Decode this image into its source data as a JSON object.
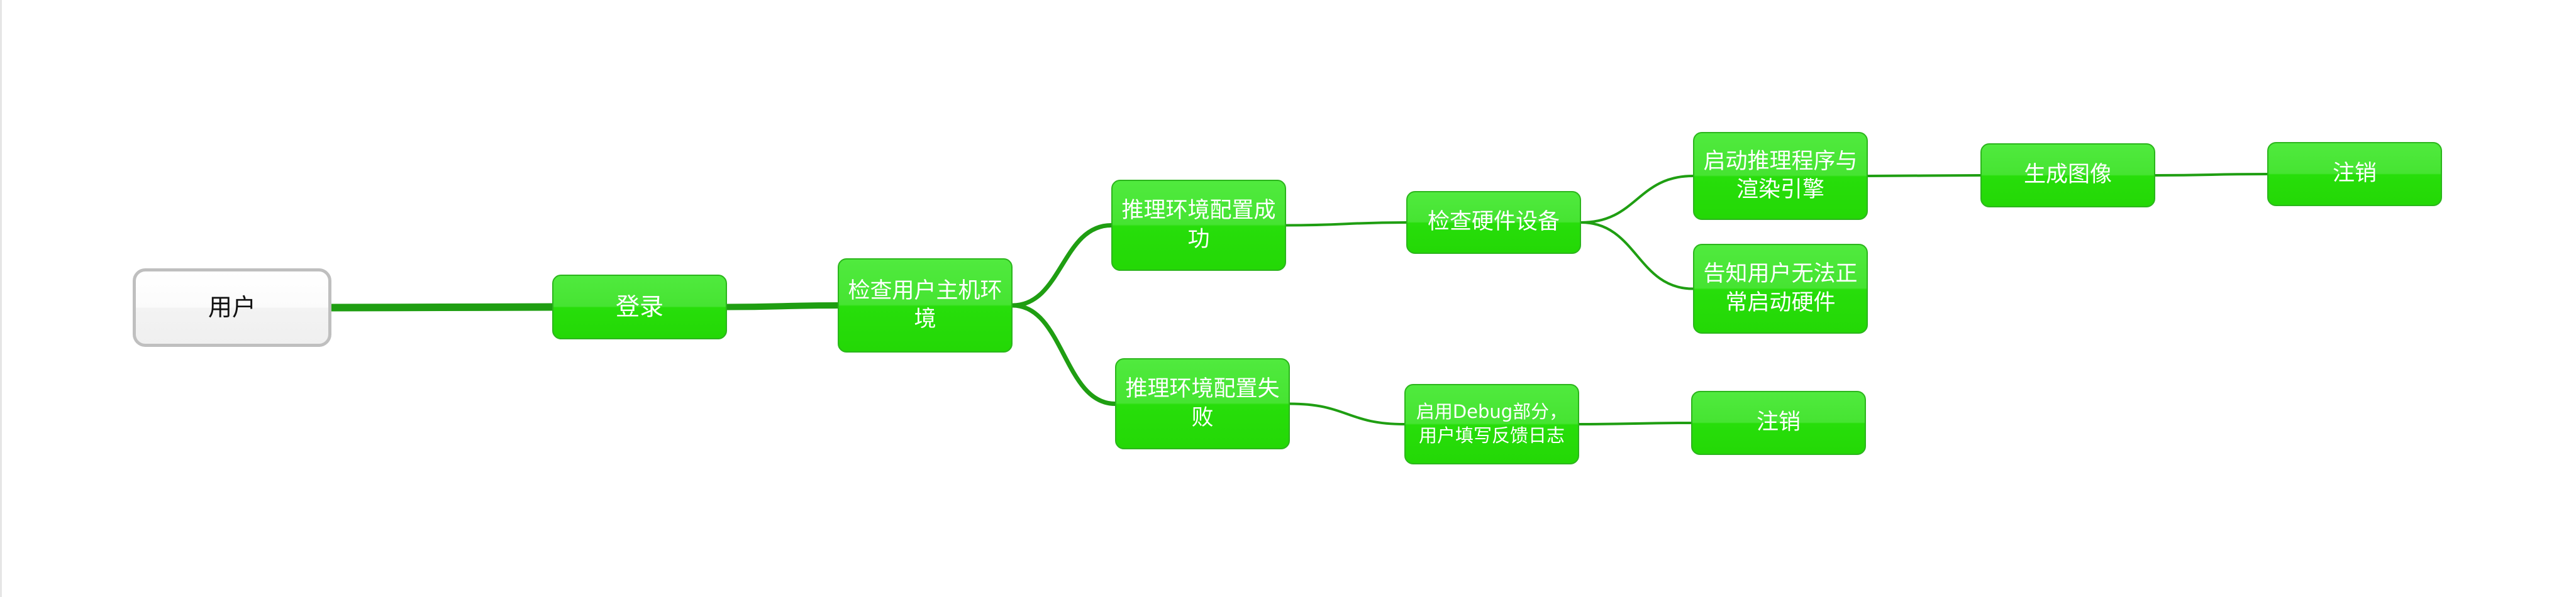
{
  "diagram": {
    "colors": {
      "node_fill": "#28de0a",
      "node_border": "#2bb51c",
      "edge": "#1f9e12",
      "root_border": "#bfbfbf",
      "root_text": "#111111"
    },
    "nodes": {
      "user": "用户",
      "login": "登录",
      "check_env": "检查用户主机环境",
      "env_ok": "推理环境配置成功",
      "check_hw": "检查硬件设备",
      "start_engine": "启动推理程序与渲染引擎",
      "gen_image": "生成图像",
      "logout_1": "注销",
      "notify_fail": "告知用户无法正常启动硬件",
      "env_fail": "推理环境配置失败",
      "debug": "启用Debug部分，用户填写反馈日志",
      "logout_2": "注销"
    },
    "edges": [
      [
        "user",
        "login"
      ],
      [
        "login",
        "check_env"
      ],
      [
        "check_env",
        "env_ok"
      ],
      [
        "check_env",
        "env_fail"
      ],
      [
        "env_ok",
        "check_hw"
      ],
      [
        "check_hw",
        "start_engine"
      ],
      [
        "check_hw",
        "notify_fail"
      ],
      [
        "start_engine",
        "gen_image"
      ],
      [
        "gen_image",
        "logout_1"
      ],
      [
        "env_fail",
        "debug"
      ],
      [
        "debug",
        "logout_2"
      ]
    ]
  }
}
